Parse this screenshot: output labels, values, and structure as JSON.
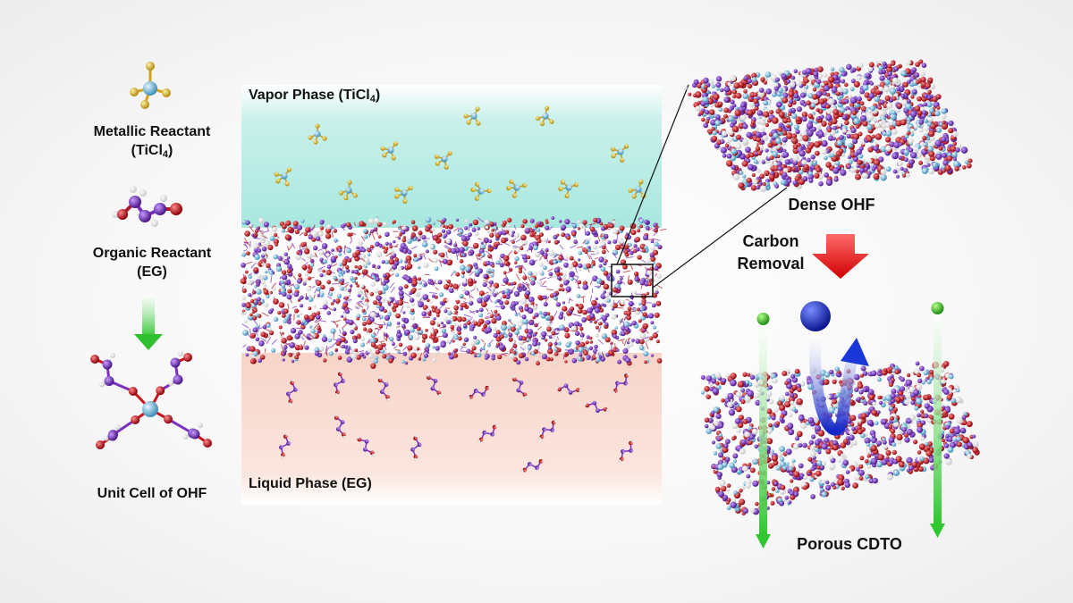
{
  "left_panel": {
    "metallic_reactant": {
      "line1": "Metallic Reactant",
      "formula": "TiCl",
      "subscript": "4"
    },
    "organic_reactant": {
      "line1": "Organic Reactant",
      "line2": "(EG)"
    },
    "unit_cell": {
      "label": "Unit Cell of OHF"
    }
  },
  "center_panel": {
    "vapor_phase": {
      "text": "Vapor Phase (TiCl",
      "subscript": "4",
      "close": ")"
    },
    "liquid_phase": {
      "text": "Liquid Phase (EG)"
    }
  },
  "right_panel": {
    "dense_ohf": "Dense OHF",
    "carbon_removal": {
      "line1": "Carbon",
      "line2": "Removal"
    },
    "porous_cdto": "Porous CDTO"
  },
  "colors": {
    "oxygen": "#c8141a",
    "carbon": "#7a2fbf",
    "titanium": "#6fb8d8",
    "chlorine": "#d4b02a",
    "hydrogen": "#f2f2f2",
    "vapor_bg": "#b7ece4",
    "liquid_bg": "#f6d7cc",
    "down_arrow_green": "#2fbf2f",
    "removal_arrow_red": "#e01010",
    "carbon_ball_blue": "#1a2fd0"
  }
}
